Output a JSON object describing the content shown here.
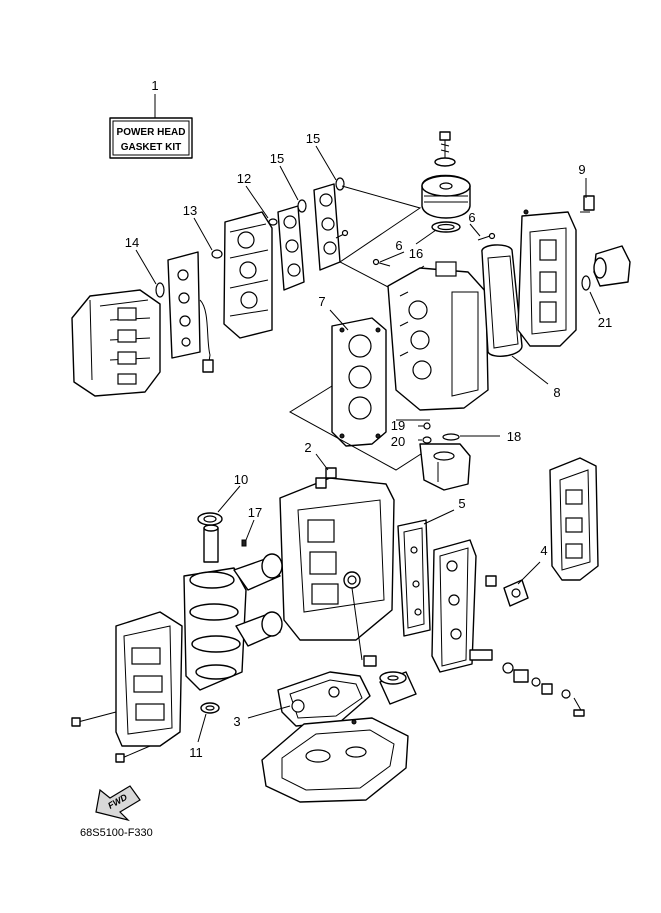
{
  "kit_label": {
    "line1": "POWER HEAD",
    "line2": "GASKET KIT"
  },
  "callouts": {
    "c1": "1",
    "c2": "2",
    "c3": "3",
    "c4": "4",
    "c5": "5",
    "c6a": "6",
    "c6b": "6",
    "c7": "7",
    "c8": "8",
    "c9": "9",
    "c10": "10",
    "c11": "11",
    "c12": "12",
    "c13": "13",
    "c14": "14",
    "c15a": "15",
    "c15b": "15",
    "c16": "16",
    "c17": "17",
    "c18": "18",
    "c19": "19",
    "c20": "20",
    "c21": "21"
  },
  "fwd_label": "FWD",
  "diagram_code": "68S5100-F330"
}
